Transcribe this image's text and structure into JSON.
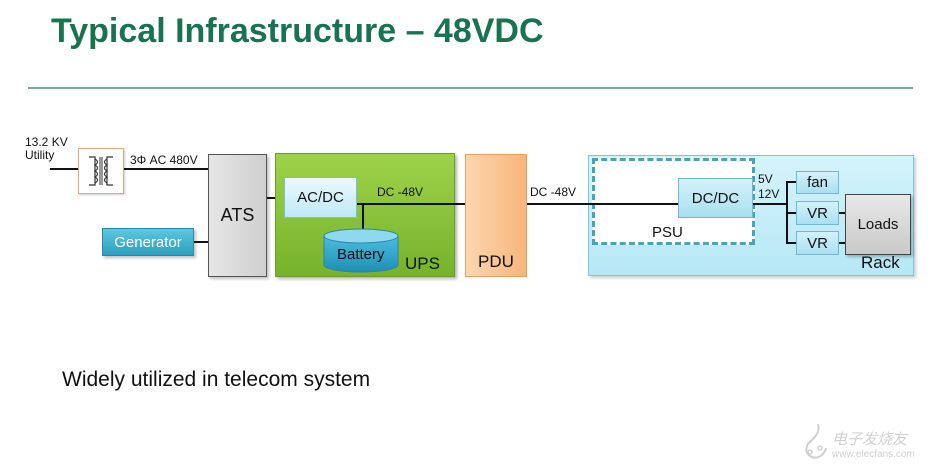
{
  "title": "Typical Infrastructure – 48VDC",
  "diagram": {
    "utility_label_line1": "13.2 KV",
    "utility_label_line2": "Utility",
    "transformer_icon": "transformer-icon",
    "ac_feed_label": "3Φ AC 480V",
    "ats": "ATS",
    "generator": "Generator",
    "ups": {
      "label": "UPS",
      "acdc": "AC/DC",
      "battery": "Battery",
      "dc_label": "DC -48V"
    },
    "pdu": "PDU",
    "pdu_out_label": "DC -48V",
    "rack": {
      "label": "Rack",
      "psu": "PSU",
      "dcdc": "DC/DC",
      "out_5v": "5V",
      "out_12v": "12V",
      "fan": "fan",
      "vr1": "VR",
      "vr2": "VR",
      "loads": "Loads"
    }
  },
  "subtitle": "Widely utilized in telecom system",
  "watermark": {
    "cn": "电子发烧友",
    "url": "www.elecfans.com"
  }
}
